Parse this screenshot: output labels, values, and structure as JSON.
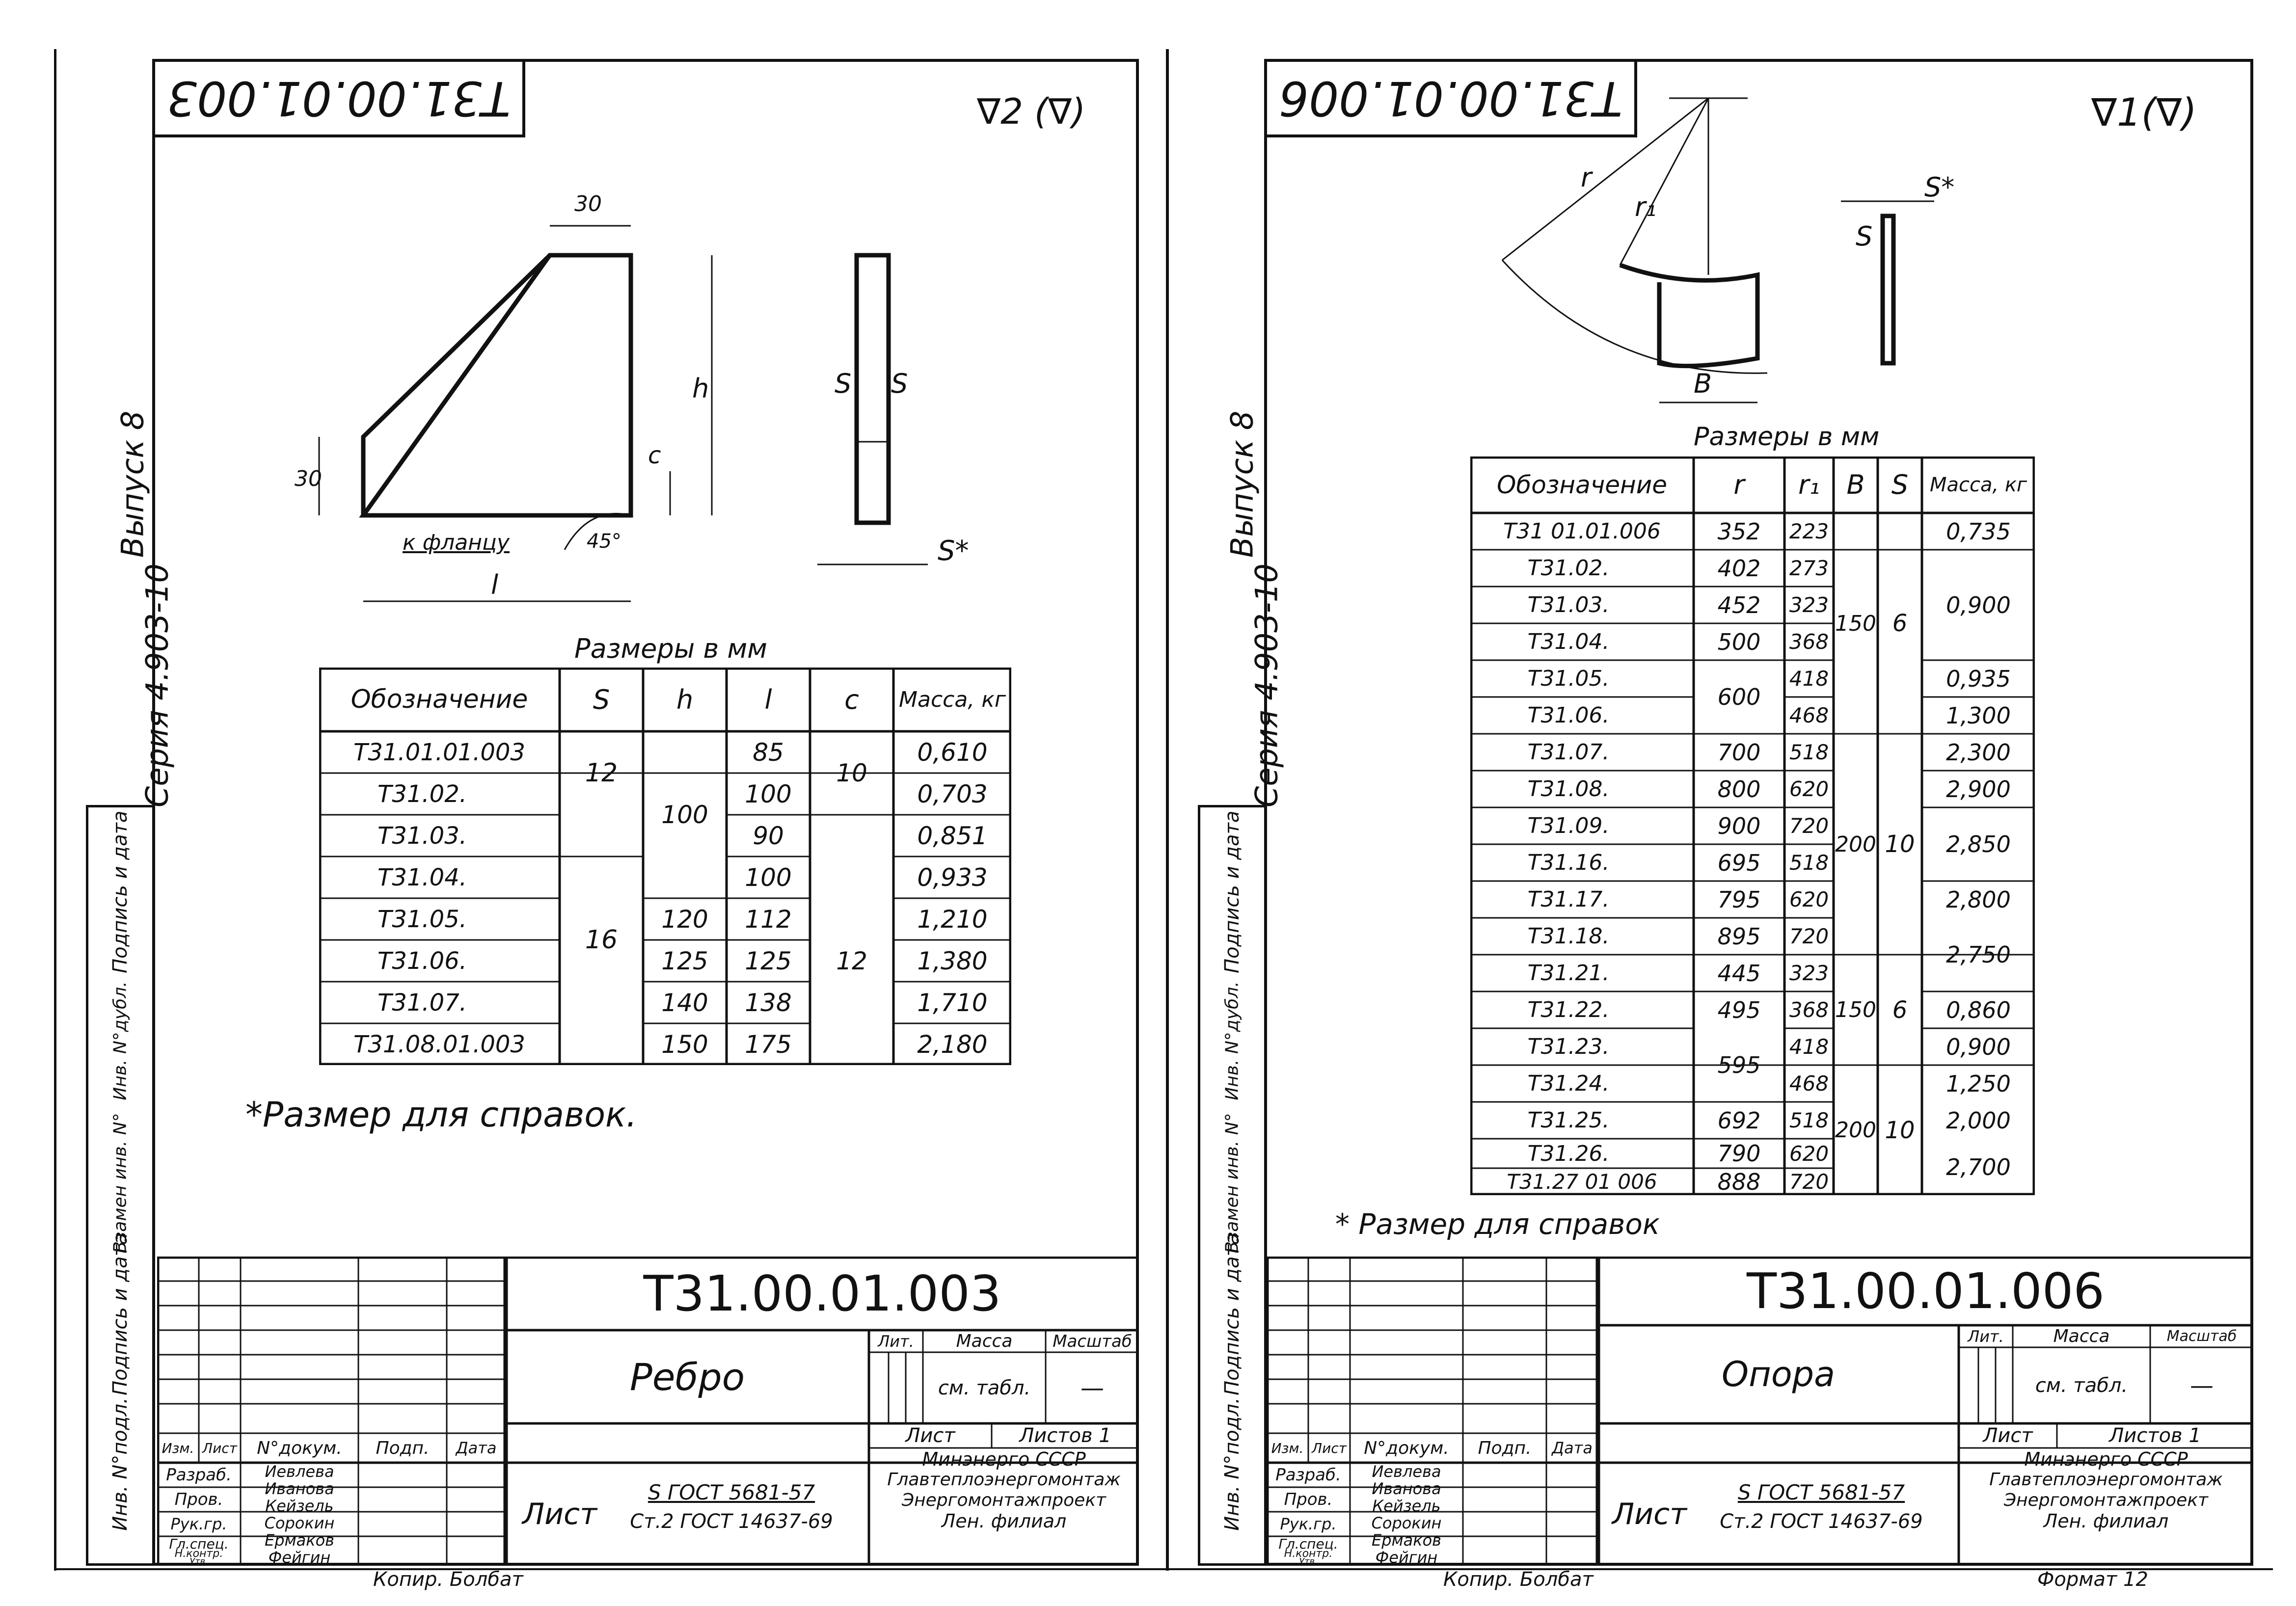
{
  "left": {
    "stamp_code": "Т31.00.01.003",
    "roughness": "∇2 (∇)",
    "side_series": "Серия 4.903-10",
    "side_issue": "Выпуск 8",
    "dims": {
      "top": "30",
      "h": "h",
      "c": "c",
      "left30": "30",
      "angle": "45°",
      "flange": "к фланцу",
      "l": "l",
      "s1": "S",
      "s2": "S",
      "sstar": "S*"
    },
    "table_caption": "Размеры в мм",
    "headers": [
      "Обозначение",
      "S",
      "h",
      "l",
      "c",
      "Масса, кг"
    ],
    "designations": [
      "Т31.01.01.003",
      "Т31.02.",
      "Т31.03.",
      "Т31.04.",
      "Т31.05.",
      "Т31.06.",
      "Т31.07.",
      "Т31.08.01.003"
    ],
    "s_vals": [
      "12",
      "16"
    ],
    "h_vals": [
      "100",
      "120",
      "125",
      "140",
      "150"
    ],
    "l_vals": [
      "85",
      "100",
      "90",
      "100",
      "112",
      "125",
      "138",
      "175"
    ],
    "c_vals": [
      "10",
      "12"
    ],
    "mass": [
      "0,610",
      "0,703",
      "0,851",
      "0,933",
      "1,210",
      "1,380",
      "1,710",
      "2,180"
    ],
    "note": "*Размер для справок.",
    "title_code": "Т31.00.01.003",
    "part_name": "Ребро",
    "material_prefix": "Лист",
    "material_top": "S ГОСТ 5681-57",
    "material_bottom": "Ст.2 ГОСТ 14637-69",
    "lit": "Лит.",
    "massa": "Масса",
    "scale": "Масштаб",
    "mass_val": "см. табл.",
    "scale_val": "—",
    "sheet": "Лист",
    "sheets": "Листов 1",
    "org": [
      "Минэнерго СССР",
      "Главтеплоэнергомонтаж",
      "Энергомонтажпроект",
      "Лен. филиал"
    ],
    "roles": [
      "Изм.",
      "Лист",
      "N°докум.",
      "Подп.",
      "Дата",
      "Разраб.",
      "Пров.",
      "Рук.гр.",
      "Гл.спец.",
      "Н.контр.",
      "Утв."
    ],
    "names": [
      "Иевлева",
      "Иванова",
      "Кейзель",
      "Сорокин",
      "Ермаков",
      "Фейгин"
    ],
    "copy": "Копир. Болбат",
    "side_boxes": [
      "Подпись и дата",
      "Инв. N°дубл.",
      "Взамен инв. N°",
      "Подпись и дата",
      "Инв. N°подл."
    ]
  },
  "right": {
    "stamp_code": "Т31.00.01.006",
    "roughness": "∇1(∇)",
    "side_series": "Серия 4.903-10",
    "side_issue": "Выпуск 8",
    "dims": {
      "r": "r",
      "r1": "r₁",
      "b": "B",
      "s": "S",
      "sstar": "S*"
    },
    "table_caption": "Размеры в мм",
    "headers": [
      "Обозначение",
      "r",
      "r₁",
      "B",
      "S",
      "Масса, кг"
    ],
    "designations": [
      "Т31 01.01.006",
      "Т31.02.",
      "Т31.03.",
      "Т31.04.",
      "Т31.05.",
      "Т31.06.",
      "Т31.07.",
      "Т31.08.",
      "Т31.09.",
      "Т31.16.",
      "Т31.17.",
      "Т31.18.",
      "Т31.21.",
      "Т31.22.",
      "Т31.23.",
      "Т31.24.",
      "Т31.25.",
      "Т31.26.",
      "Т31.27 01 006"
    ],
    "r_vals": [
      "352",
      "402",
      "452",
      "500",
      "600",
      "700",
      "800",
      "900",
      "695",
      "795",
      "895",
      "445",
      "495",
      "595",
      "692",
      "790",
      "888"
    ],
    "r1_vals": [
      "223",
      "273",
      "323",
      "368",
      "418",
      "468",
      "518",
      "620",
      "720",
      "518",
      "620",
      "720",
      "323",
      "368",
      "418",
      "468",
      "518",
      "620",
      "720"
    ],
    "b_vals": [
      "150",
      "200",
      "150",
      "200"
    ],
    "s_vals": [
      "6",
      "10",
      "6",
      "10"
    ],
    "mass": [
      "0,735",
      "0,900",
      "0,935",
      "1,300",
      "2,300",
      "2,900",
      "2,850",
      "2,800",
      "2,750",
      "0,860",
      "0,900",
      "1,250",
      "2,000",
      "2,700"
    ],
    "note": "* Размер для справок",
    "title_code": "Т31.00.01.006",
    "part_name": "Опора",
    "material_prefix": "Лист",
    "material_top": "S ГОСТ 5681-57",
    "material_bottom": "Ст.2 ГОСТ 14637-69",
    "lit": "Лит.",
    "massa": "Масса",
    "scale": "Масштаб",
    "mass_val": "см. табл.",
    "scale_val": "—",
    "sheet": "Лист",
    "sheets": "Листов 1",
    "org": [
      "Минэнерго СССР",
      "Главтеплоэнергомонтаж",
      "Энергомонтажпроект",
      "Лен. филиал"
    ],
    "roles": [
      "Изм.",
      "Лист",
      "N°докум.",
      "Подп.",
      "Дата",
      "Разраб.",
      "Пров.",
      "Рук.гр.",
      "Гл.спец.",
      "Н.контр.",
      "Утв."
    ],
    "names": [
      "Иевлева",
      "Иванова",
      "Кейзель",
      "Сорокин",
      "Ермаков",
      "Фейгин"
    ],
    "copy": "Копир. Болбат",
    "format": "Формат 12",
    "side_boxes": [
      "Подпись и дата",
      "Инв. N°дубл.",
      "Взамен инв. N°",
      "Подпись и дата",
      "Инв. N°подл."
    ]
  }
}
